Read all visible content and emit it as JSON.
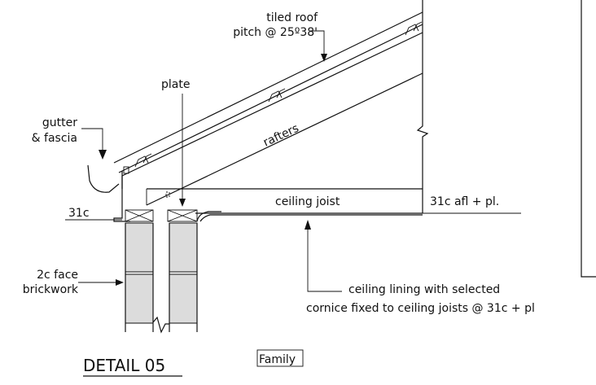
{
  "labels": {
    "roof_line1": "tiled roof",
    "roof_line2": "pitch @ 25º38'",
    "plate": "plate",
    "gutter_line1": "gutter",
    "gutter_line2": "& fascia",
    "rafters": "rafters",
    "height_left": "31c",
    "ceiling_joist": "ceiling joist",
    "height_right": "31c afl + pl.",
    "brick_line1": "2c face",
    "brick_line2": "brickwork",
    "lining_line1": "ceiling lining with selected",
    "lining_line2": "cornice fixed to ceiling joists @ 31c + pl",
    "detail_title": "DETAIL 05",
    "family_tag": "Family"
  },
  "colors": {
    "line": "#111111",
    "brick_fill": "#dcdcdc",
    "background": "#ffffff"
  }
}
